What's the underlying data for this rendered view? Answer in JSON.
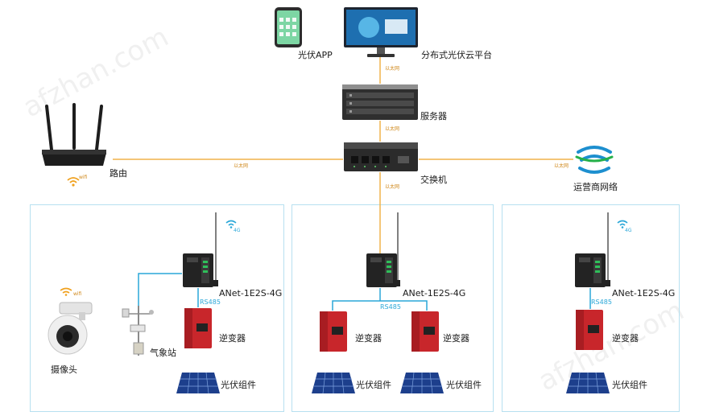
{
  "watermark": [
    "afzhan.com",
    "afzhan.com"
  ],
  "top": {
    "app_label": "光伏APP",
    "platform_label": "分布式光伏云平台",
    "server_label": "服务器",
    "switch_label": "交换机",
    "router_label": "路由",
    "carrier_label": "运营商网络"
  },
  "links": {
    "ethernet": "以太网",
    "wifi": "wifi",
    "rs485": "RS485",
    "g4": "4G"
  },
  "zones": [
    {
      "gateway": "ANet-1E2S-4G",
      "inverter": "逆变器",
      "pv": "光伏组件",
      "camera": "摄像头",
      "weather": "气象站"
    },
    {
      "gateway": "ANet-1E2S-4G",
      "inverter_a": "逆变器",
      "inverter_b": "逆变器",
      "pv_a": "光伏组件",
      "pv_b": "光伏组件"
    },
    {
      "gateway": "ANet-1E2S-4G",
      "inverter": "逆变器",
      "pv": "光伏组件"
    }
  ],
  "colors": {
    "ethernet_line": "#f0b24a",
    "rs485_line": "#2aa7d8",
    "zone_border": "#b7e0f0",
    "inverter": "#c8262b"
  }
}
